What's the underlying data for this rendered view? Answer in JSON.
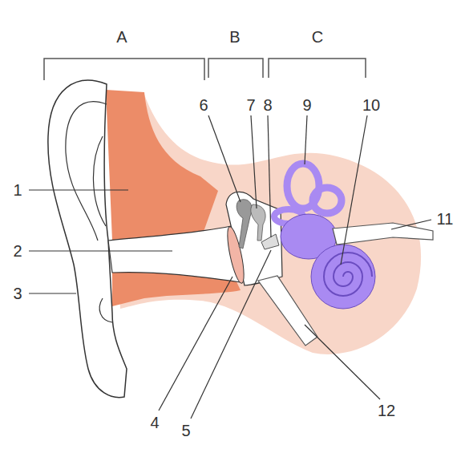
{
  "diagram": {
    "labels": [
      "A",
      "B",
      "C",
      "1",
      "2",
      "3",
      "4",
      "5",
      "6",
      "7",
      "8",
      "9",
      "10",
      "11",
      "12"
    ]
  }
}
